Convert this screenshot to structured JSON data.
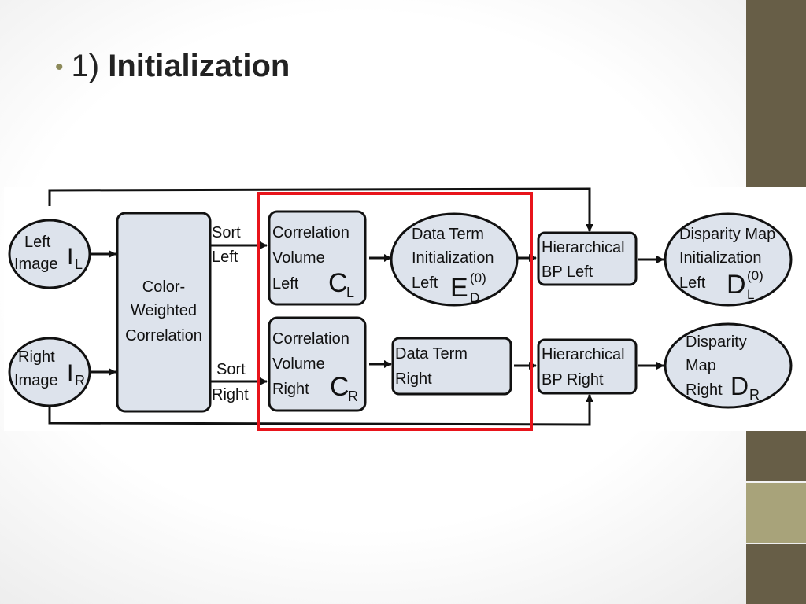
{
  "slide": {
    "bullet": "•",
    "number": "1)",
    "title": "Initialization"
  },
  "colors": {
    "box_fill": "#dde3ec",
    "highlight": "#e8141b",
    "bar_dark": "#675e47",
    "bar_light": "#a8a37a"
  },
  "diagram": {
    "left_image": {
      "line1": "Left",
      "line2": "Image",
      "symbol": "I",
      "sub": "L"
    },
    "right_image": {
      "line1": "Right",
      "line2": "Image",
      "symbol": "I",
      "sub": "R"
    },
    "cwc": {
      "line1": "Color-",
      "line2": "Weighted",
      "line3": "Correlation"
    },
    "sort_left": {
      "line1": "Sort",
      "line2": "Left"
    },
    "sort_right": {
      "line1": "Sort",
      "line2": "Right"
    },
    "cv_left": {
      "line1": "Correlation",
      "line2": "Volume",
      "line3": "Left",
      "symbol": "C",
      "sub": "L"
    },
    "cv_right": {
      "line1": "Correlation",
      "line2": "Volume",
      "line3": "Right",
      "symbol": "C",
      "sub": "R"
    },
    "dt_left": {
      "line1": "Data Term",
      "line2": "Initialization",
      "line3": "Left",
      "symbol": "E",
      "sub": "D",
      "sup": "(0)"
    },
    "dt_right": {
      "line1": "Data Term",
      "line2": "Right"
    },
    "hbp_left": {
      "line1": "Hierarchical",
      "line2": "BP Left"
    },
    "hbp_right": {
      "line1": "Hierarchical",
      "line2": "BP Right"
    },
    "dm_left": {
      "line1": "Disparity Map",
      "line2": "Initialization",
      "line3": "Left",
      "symbol": "D",
      "sub": "L",
      "sup": "(0)"
    },
    "dm_right": {
      "line1": "Disparity",
      "line2": "Map",
      "line3": "Right",
      "symbol": "D",
      "sub": "R"
    }
  }
}
